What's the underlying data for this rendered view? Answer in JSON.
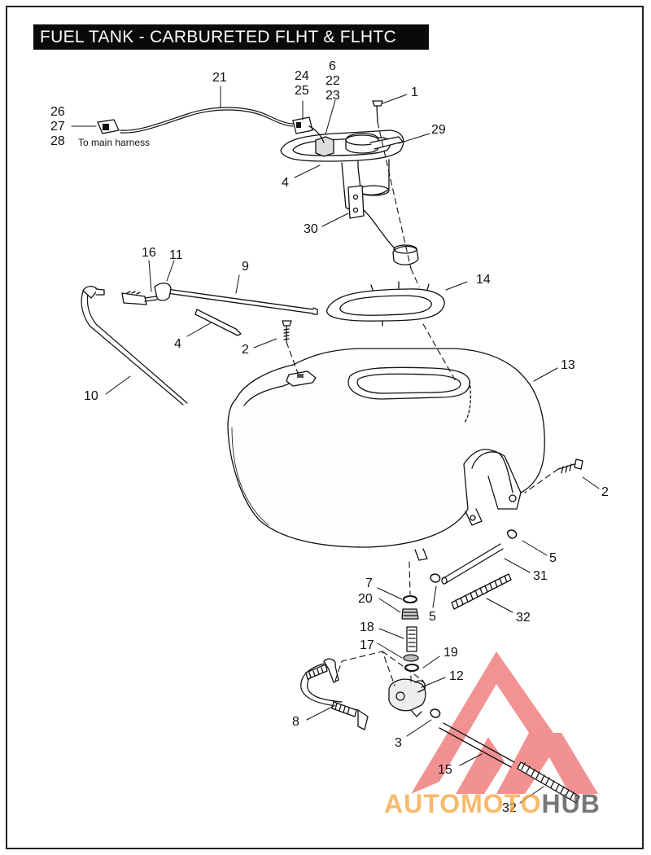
{
  "title": "FUEL TANK - CARBURETED FLHT & FLHTC",
  "harness_note": "To main harness",
  "part_labels": {
    "p1": "1",
    "p2a": "2",
    "p2b": "2",
    "p3": "3",
    "p4a": "4",
    "p4b": "4",
    "p5a": "5",
    "p5b": "5",
    "p6": "6",
    "p7": "7",
    "p8": "8",
    "p9": "9",
    "p10": "10",
    "p11": "11",
    "p12": "12",
    "p13": "13",
    "p14": "14",
    "p15": "15",
    "p16": "16",
    "p17": "17",
    "p18": "18",
    "p19": "19",
    "p20": "20",
    "p21": "21",
    "p22": "22",
    "p23": "23",
    "p24": "24",
    "p25": "25",
    "p26": "26",
    "p27": "27",
    "p28": "28",
    "p29": "29",
    "p30": "30",
    "p31": "31",
    "p32a": "32",
    "p32b": "32"
  },
  "watermark": {
    "part1": "AUTOMOTO",
    "part2": "HUB"
  },
  "colors": {
    "title_bg": "#0a0a0a",
    "title_fg": "#ffffff",
    "line": "#111111",
    "watermark_red": "#e8393a",
    "watermark_orange": "#f5a43a",
    "watermark_gray": "#4a4a4a"
  }
}
